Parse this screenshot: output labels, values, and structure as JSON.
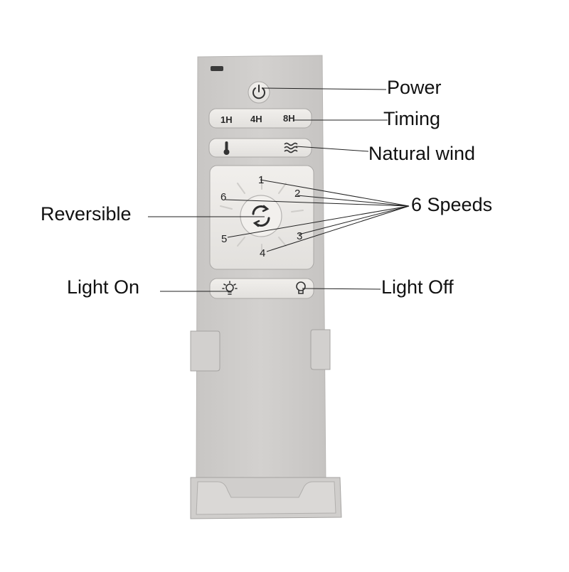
{
  "labels": {
    "power": "Power",
    "timing": "Timing",
    "natural_wind": "Natural wind",
    "six_speeds": "6 Speeds",
    "reversible": "Reversible",
    "light_on": "Light On",
    "light_off": "Light Off"
  },
  "remote": {
    "timer_buttons": [
      "1H",
      "4H",
      "8H"
    ],
    "speeds": [
      "1",
      "2",
      "3",
      "4",
      "5",
      "6"
    ],
    "icons": {
      "power": "power-icon",
      "thermometer": "thermometer-icon",
      "wind": "wind-waves-icon",
      "reverse": "reverse-rotation-icon",
      "light_on": "bulb-lit-icon",
      "light_off": "bulb-off-icon"
    }
  },
  "colors": {
    "remote_body": "#cfcdcb",
    "button_face": "#ebe9e6",
    "callout_line": "#222222"
  }
}
